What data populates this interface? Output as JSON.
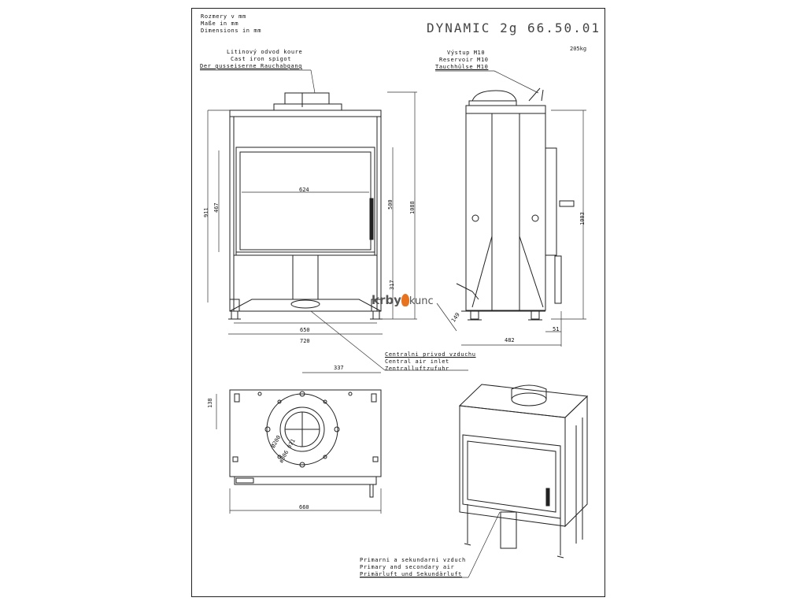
{
  "sheet": {
    "title": "DYNAMIC 2g 66.50.01",
    "weight": "205kg",
    "units": [
      "Rozmery v mm",
      "Maße in mm",
      "Dimensions in mm"
    ]
  },
  "callouts": {
    "spigot": [
      "Litinový odvod koure",
      "Cast iron spigot",
      "Der gusseiserne Rauchabgang"
    ],
    "reservoir": [
      "Výstup M10",
      "Reservoir M10",
      "Tauchhülse M10"
    ],
    "central_air": [
      "Centralni privod vzduchu",
      "Central air inlet",
      "Zentralluftzufuhr"
    ],
    "primary_air": [
      "Primarni a sekundarni vzduch",
      "Primary and secondary air",
      "Primärluft und Sekundärluft"
    ]
  },
  "dimensions": {
    "front_glass_width": "624",
    "front_width_inner": "650",
    "front_width_total": "720",
    "glass_height": "467",
    "body_height": "911",
    "door_height": "500",
    "total_height": "1088",
    "leg_height": "317",
    "side_height": "1003",
    "side_depth": "482",
    "side_offset": "51",
    "angle_dim": "149",
    "top_offset_x": "337",
    "top_offset_y": "138",
    "top_width": "660"
  },
  "top_view": {
    "flue_label": "Ø200",
    "flue_label2": "ø306 071"
  },
  "logo": {
    "text_left": "krby",
    "text_right": "kunc",
    "flame_color": "#e8731e",
    "text_color": "#555555"
  }
}
